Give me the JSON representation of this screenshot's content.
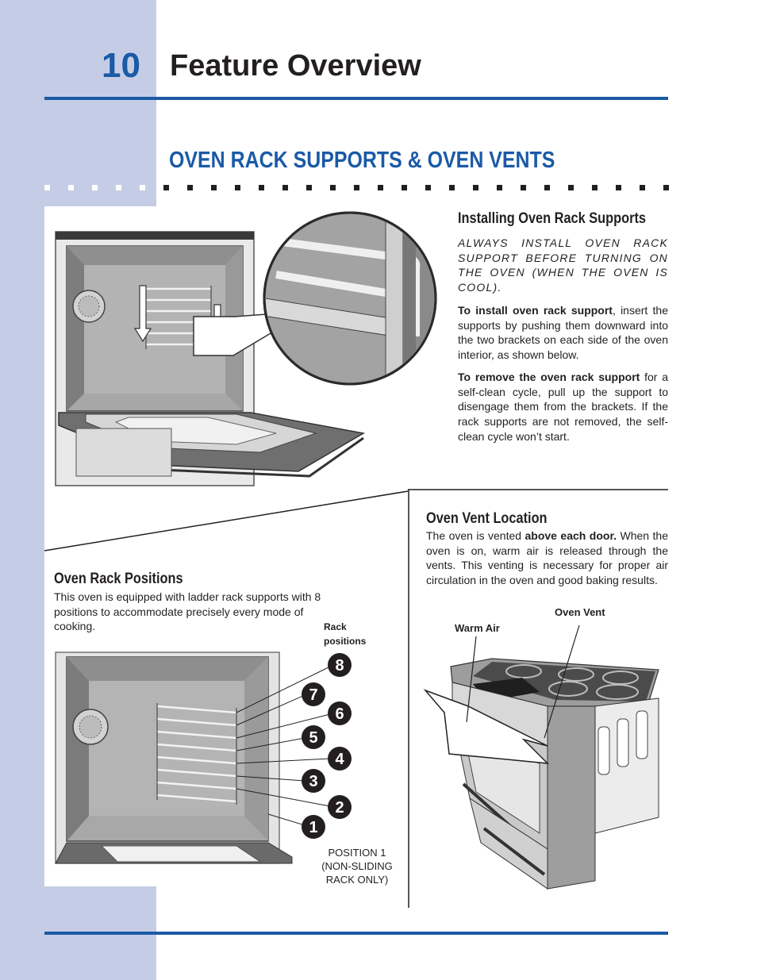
{
  "header": {
    "page_number": "10",
    "title": "Feature Overview"
  },
  "section": {
    "title": "OVEN RACK SUPPORTS & OVEN VENTS"
  },
  "installing": {
    "heading": "Installing Oven Rack Supports",
    "caution": "ALWAYS INSTALL OVEN RACK SUPPORT BEFORE TURNING ON THE OVEN (WHEN THE OVEN IS COOL).",
    "install_lead": "To install oven rack support",
    "install_text": ", insert the supports by pushing them downward into the two brackets on each side of the oven interior, as shown below.",
    "remove_lead": "To remove the oven rack support",
    "remove_text": " for a self-clean cycle, pull up the support to disengage them from the brackets. If the rack supports are not removed, the self-clean cycle won’t start."
  },
  "vent": {
    "heading": "Oven Vent Location",
    "text_before": "The oven is vented ",
    "text_bold": "above each door.",
    "text_after": " When the oven is on, warm air is released through the vents. This venting is necessary for proper air circulation in the oven and good baking results.",
    "label_warm_air": "Warm Air",
    "label_oven_vent": "Oven Vent"
  },
  "positions": {
    "heading": "Oven Rack Positions",
    "text": "This oven is equipped with ladder rack supports with 8 positions to accommodate precisely every mode of cooking.",
    "rack_label_line1": "Rack",
    "rack_label_line2": "positions",
    "numbers": [
      "8",
      "7",
      "6",
      "5",
      "4",
      "3",
      "2",
      "1"
    ],
    "note_line1": "POSITION 1",
    "note_line2": "(NON-SLIDING",
    "note_line3": "RACK ONLY)"
  },
  "colors": {
    "accent_blue": "#1b5aa6",
    "sidebar": "#c5cde6"
  }
}
